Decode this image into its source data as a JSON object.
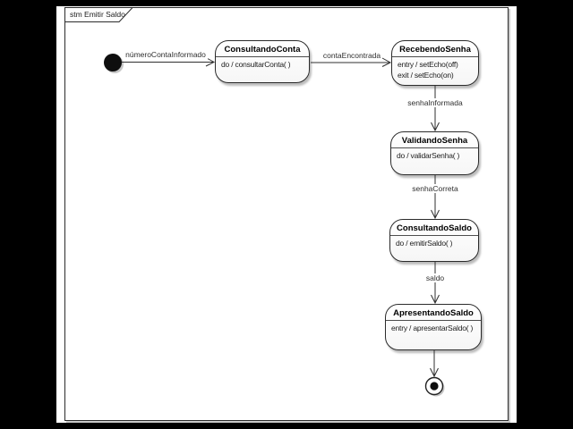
{
  "frame": {
    "title": "stm Emitir Saldo"
  },
  "diagram": {
    "type": "uml-state-machine",
    "states": [
      {
        "name": "ConsultandoConta",
        "actions": [
          "do / consultarConta( )"
        ]
      },
      {
        "name": "RecebendoSenha",
        "actions": [
          "entry / setEcho(off)",
          "exit / setEcho(on)"
        ]
      },
      {
        "name": "ValidandoSenha",
        "actions": [
          "do / validarSenha( )"
        ]
      },
      {
        "name": "ConsultandoSaldo",
        "actions": [
          "do / emitirSaldo( )"
        ]
      },
      {
        "name": "ApresentandoSaldo",
        "actions": [
          "entry / apresentarSaldo( )"
        ]
      }
    ],
    "transitions": [
      {
        "from": "initial",
        "to": "ConsultandoConta",
        "label": "númeroContaInformado"
      },
      {
        "from": "ConsultandoConta",
        "to": "RecebendoSenha",
        "label": "contaEncontrada"
      },
      {
        "from": "RecebendoSenha",
        "to": "ValidandoSenha",
        "label": "senhaInformada"
      },
      {
        "from": "ValidandoSenha",
        "to": "ConsultandoSaldo",
        "label": "senhaCorreta"
      },
      {
        "from": "ConsultandoSaldo",
        "to": "ApresentandoSaldo",
        "label": "saldo"
      },
      {
        "from": "ApresentandoSaldo",
        "to": "final",
        "label": ""
      }
    ],
    "colors": {
      "canvas": "#000000",
      "paper": "#ffffff",
      "line": "#2f2f2f",
      "state_border": "#2b2b2b",
      "state_fill": "#ffffff",
      "shadow": "#bcbcbc",
      "text": "#1c1c1c"
    }
  }
}
